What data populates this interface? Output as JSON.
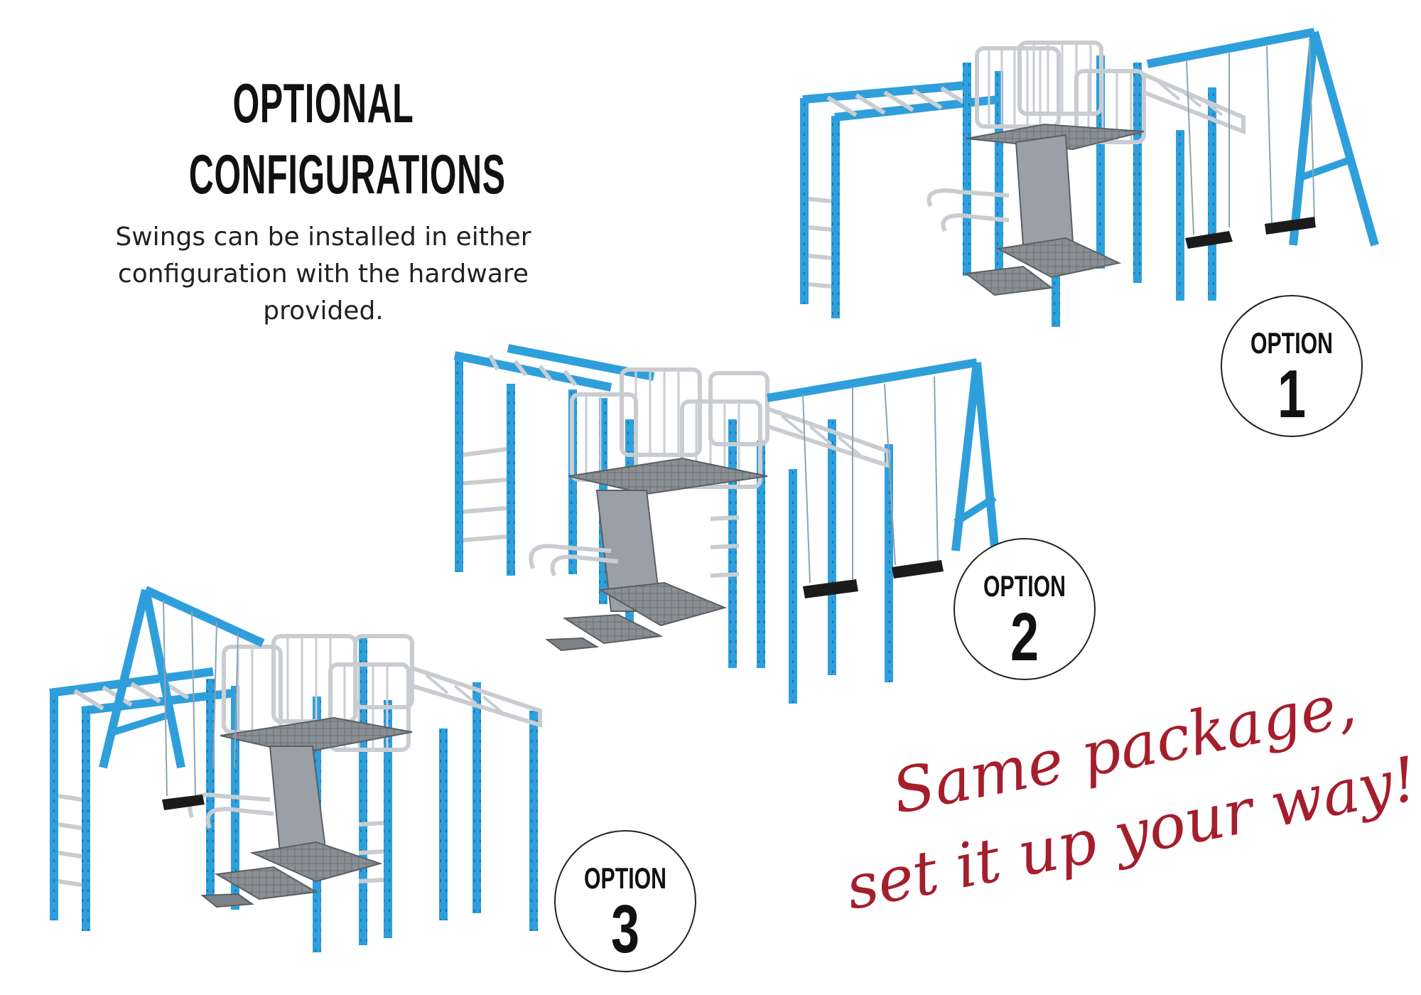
{
  "heading": {
    "line1": "OPTIONAL",
    "line2": "CONFIGURATIONS",
    "description": "Swings can be installed in either configuration with the hardware provided."
  },
  "options": [
    {
      "word": "OPTION",
      "number": "1"
    },
    {
      "word": "OPTION",
      "number": "2"
    },
    {
      "word": "OPTION",
      "number": "3"
    }
  ],
  "slogan": {
    "line1": "Same package,",
    "line2": "set it up your way!"
  },
  "colors": {
    "frame_blue": "#2f9fdc",
    "rail_gray": "#c9cdd1",
    "deck_gray": "#7d8287",
    "seat_black": "#1b1b1b",
    "slogan_red": "#a51e2b"
  }
}
